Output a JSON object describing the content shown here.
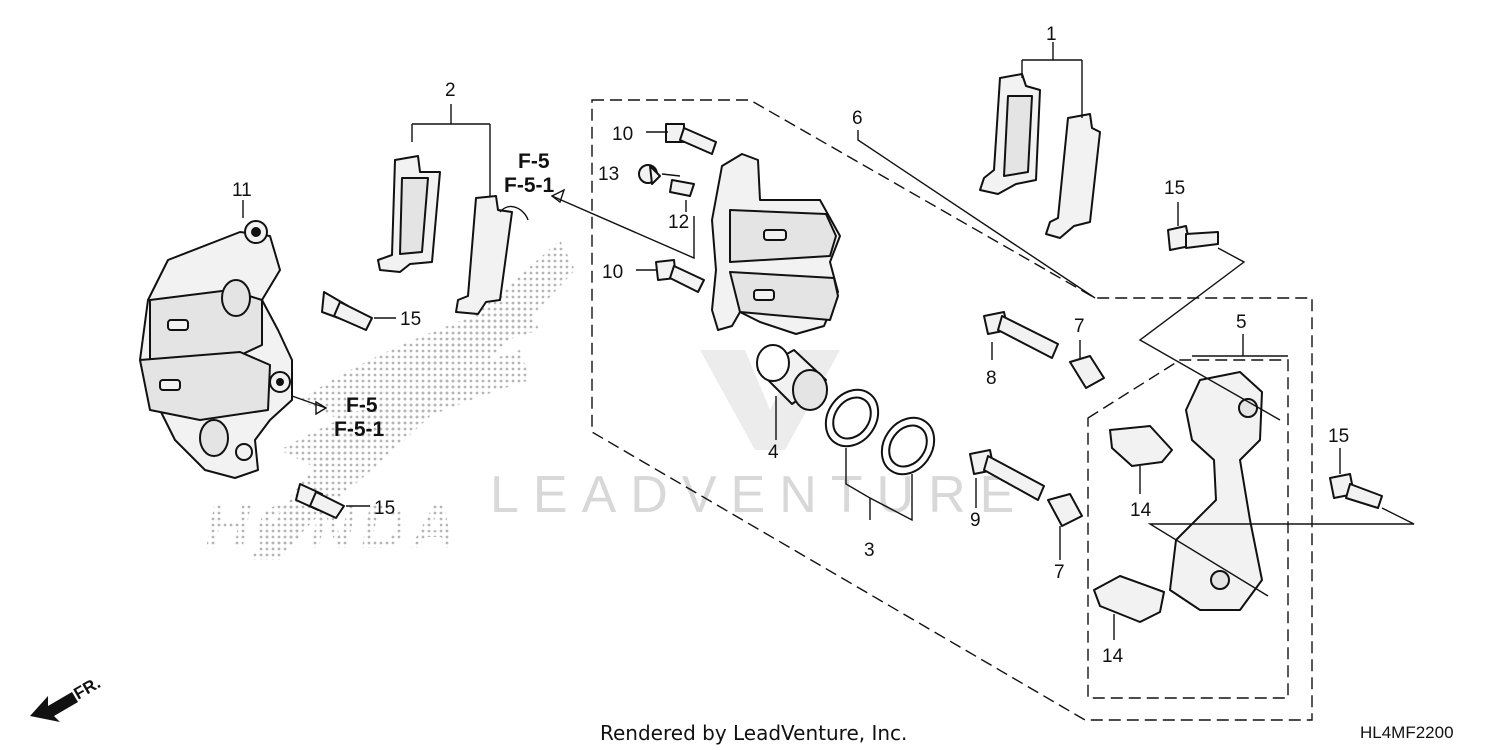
{
  "callouts": {
    "c1": "1",
    "c2": "2",
    "c3": "3",
    "c4": "4",
    "c5": "5",
    "c6": "6",
    "c7a": "7",
    "c7b": "7",
    "c8": "8",
    "c9": "9",
    "c10a": "10",
    "c10b": "10",
    "c11": "11",
    "c12": "12",
    "c13": "13",
    "c14a": "14",
    "c14b": "14",
    "c15a": "15",
    "c15b": "15",
    "c15c": "15",
    "c15d": "15"
  },
  "references": {
    "top_line1": "F-5",
    "top_line2": "F-5-1",
    "left_line1": "F-5",
    "left_line2": "F-5-1"
  },
  "footer": {
    "rendered_by": "Rendered by LeadVenture, Inc."
  },
  "diagram_code": "HL4MF2200",
  "direction": {
    "label": "FR."
  },
  "watermark": {
    "text": "LEADVENTURE",
    "logo_text": "HONDA"
  }
}
